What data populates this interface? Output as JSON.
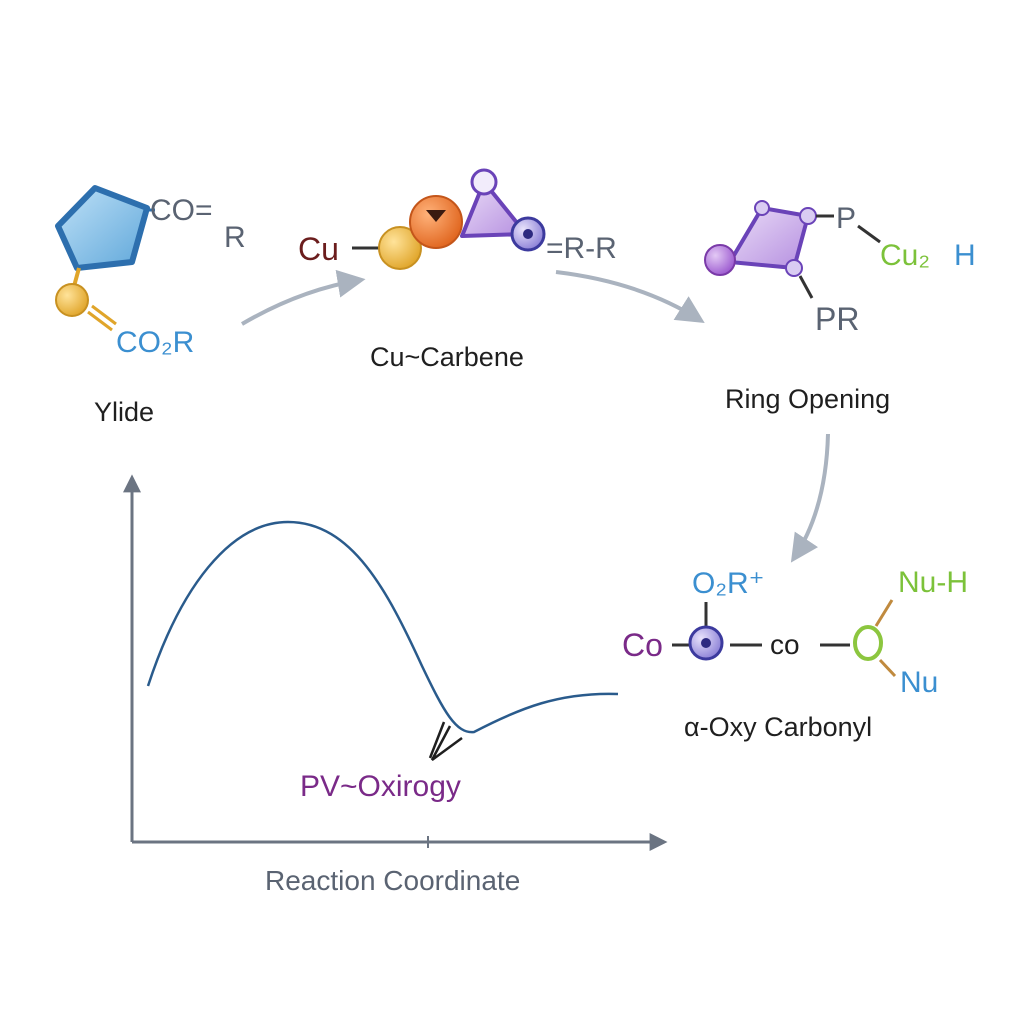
{
  "colors": {
    "gray_text": "#5a6372",
    "dark_red": "#6b1d1d",
    "blue": "#3b8fd0",
    "green": "#7cc23a",
    "purple": "#7a2a88",
    "arrow": "#aab3bf",
    "curve": "#2a5b8c",
    "axis": "#6b7482"
  },
  "ylide": {
    "caption": "Ylide",
    "label_co_r": "CO=",
    "label_r": "R",
    "label_co2r": "CO₂R"
  },
  "carbene": {
    "caption": "Cu~Carbene",
    "label_cu": "Cu",
    "label_r_r": "=R-R"
  },
  "ring_opening": {
    "caption": "Ring Opening",
    "label_p": "P",
    "label_cu2": "Cu₂",
    "label_h": "H",
    "label_pr": "PR"
  },
  "product": {
    "caption": "α-Oxy Carbonyl",
    "label_o2r": "O₂R⁺",
    "label_co_left": "Co",
    "label_co_mid": "co",
    "label_nu_h": "Nu-H",
    "label_nu": "Nu"
  },
  "energy_profile": {
    "annotation": "PV~Oxirogy",
    "xlabel": "Reaction Coordinate"
  }
}
